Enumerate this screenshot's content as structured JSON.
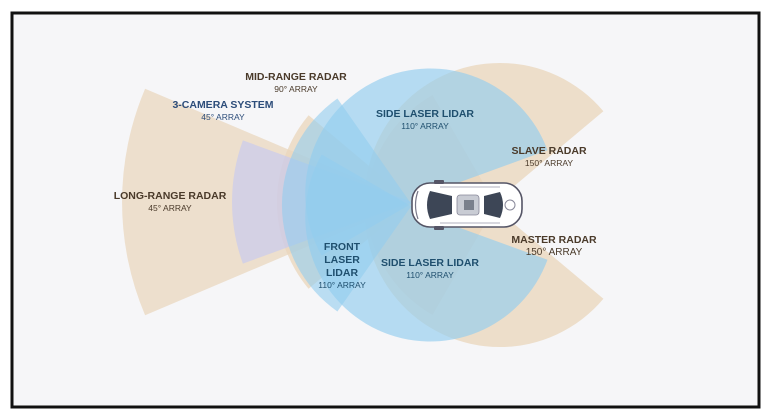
{
  "colors": {
    "background": "#f6f6f8",
    "frame": "#111111",
    "radar_fill": "#e9d6bb",
    "lidar_fill": "#92cdee",
    "camera_fill": "#c9cbee",
    "radar_text": "#4a3a2a",
    "lidar_text": "#1f4f6e",
    "camera_text": "#2d4d7a"
  },
  "sensors": {
    "long_range_radar": {
      "name": "LONG-RANGE RADAR",
      "array": "45° ARRAY"
    },
    "mid_range_radar": {
      "name": "MID-RANGE RADAR",
      "array": "90° ARRAY"
    },
    "camera_system": {
      "name": "3-CAMERA SYSTEM",
      "array": "45° ARRAY"
    },
    "side_lidar_top": {
      "name": "SIDE LASER LIDAR",
      "array": "110° ARRAY"
    },
    "side_lidar_bottom": {
      "name": "SIDE LASER LIDAR",
      "array": "110° ARRAY"
    },
    "front_lidar": {
      "name_line1": "FRONT",
      "name_line2": "LASER",
      "name_line3": "LIDAR",
      "array": "110° ARRAY"
    },
    "slave_radar": {
      "name": "SLAVE RADAR",
      "array": "150° ARRAY"
    },
    "master_radar": {
      "name": "MASTER RADAR",
      "array": "150° ARRAY"
    }
  }
}
